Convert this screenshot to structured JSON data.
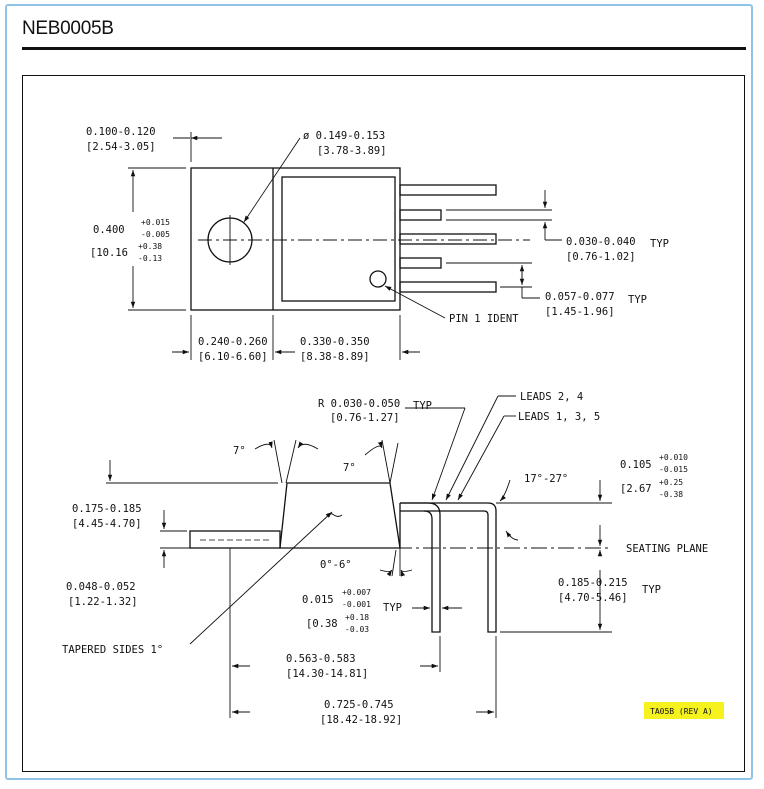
{
  "header": {
    "title": "NEB0005B"
  },
  "top_view": {
    "tab_width": "0.100-0.120",
    "tab_width_mm": "[2.54-3.05]",
    "hole_dia": "ø 0.149-0.153",
    "hole_dia_mm": "[3.78-3.89]",
    "height": "0.400",
    "height_tol_plus": "+0.015",
    "height_tol_minus": "-0.005",
    "height_mm": "[10.16",
    "height_mm_tol_plus": "+0.38",
    "height_mm_tol_minus": "-0.13",
    "flange_len": "0.240-0.260",
    "flange_len_mm": "[6.10-6.60]",
    "body_len": "0.330-0.350",
    "body_len_mm": "[8.38-8.89]",
    "lead_width": "0.030-0.040",
    "lead_width_mm": "[0.76-1.02]",
    "lead_width_typ": "TYP",
    "pitch": "0.057-0.077",
    "pitch_mm": "[1.45-1.96]",
    "pitch_typ": "TYP",
    "pin1": "PIN 1 IDENT"
  },
  "side_view": {
    "angle_left": "7°",
    "angle_right": "7°",
    "radius": "R 0.030-0.050",
    "radius_mm": "[0.76-1.27]",
    "radius_typ": "TYP",
    "leads_24": "LEADS 2, 4",
    "leads_135": "LEADS 1, 3, 5",
    "bend_angle": "17°-27°",
    "standoff": "0.105",
    "standoff_plus": "+0.010",
    "standoff_minus": "-0.015",
    "standoff_mm": "[2.67",
    "standoff_mm_plus": "+0.25",
    "standoff_mm_minus": "-0.38",
    "body_height": "0.175-0.185",
    "body_height_mm": "[4.45-4.70]",
    "tab_thick": "0.048-0.052",
    "tab_thick_mm": "[1.22-1.32]",
    "draft": "0°-6°",
    "seating": "SEATING PLANE",
    "lead_len": "0.185-0.215",
    "lead_len_mm": "[4.70-5.46]",
    "lead_len_typ": "TYP",
    "lead_thick": "0.015",
    "lead_thick_plus": "+0.007",
    "lead_thick_minus": "-0.001",
    "lead_thick_mm": "[0.38",
    "lead_thick_mm_plus": "+0.18",
    "lead_thick_mm_minus": "-0.03",
    "lead_thick_typ": "TYP",
    "tapered": "TAPERED SIDES 1°",
    "row1": "0.563-0.583",
    "row1_mm": "[14.30-14.81]",
    "row2": "0.725-0.745",
    "row2_mm": "[18.42-18.92]"
  },
  "revision": "TA05B (REV A)",
  "colors": {
    "frame": "#8fc4e8",
    "highlight": "#f6f21d",
    "ink": "#111111"
  }
}
